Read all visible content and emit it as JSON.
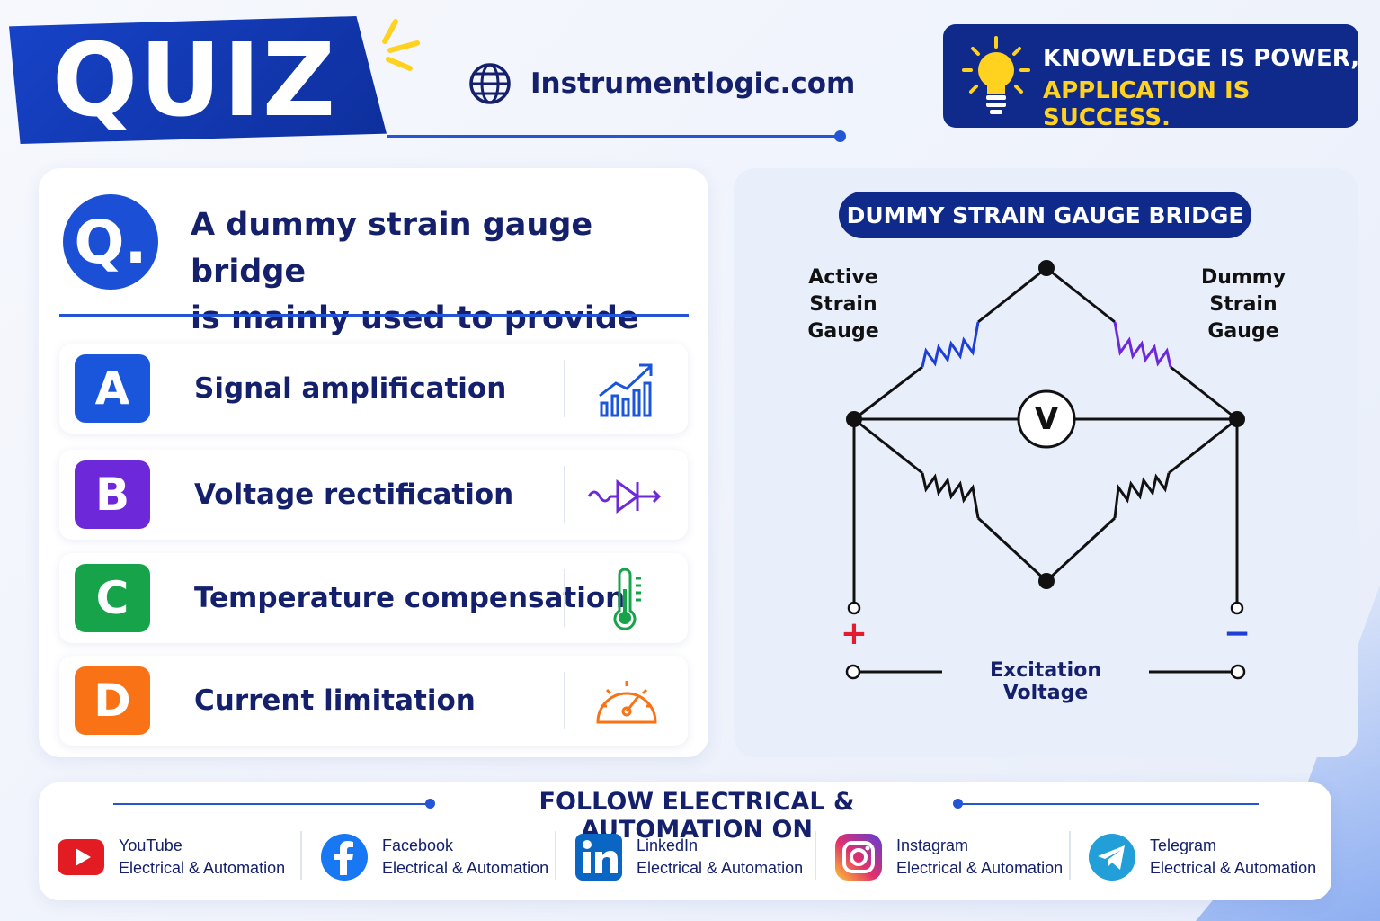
{
  "header": {
    "quiz_label": "QUIZ",
    "website": "Instrumentlogic.com",
    "motto_line1": "KNOWLEDGE IS POWER,",
    "motto_line2": "APPLICATION IS SUCCESS."
  },
  "question": {
    "badge": "Q.",
    "line1": "A dummy strain gauge bridge",
    "line2": "is mainly used to provide ___"
  },
  "options": [
    {
      "letter": "A",
      "label": "Signal amplification",
      "color": "#1a56db",
      "icon": "chart-growth-icon"
    },
    {
      "letter": "B",
      "label": "Voltage rectification",
      "color": "#6d28d9",
      "icon": "diode-icon"
    },
    {
      "letter": "C",
      "label": "Temperature compensation",
      "color": "#16a34a",
      "icon": "thermometer-icon"
    },
    {
      "letter": "D",
      "label": "Current limitation",
      "color": "#f97316",
      "icon": "gauge-icon"
    }
  ],
  "diagram": {
    "title": "DUMMY STRAIN GAUGE BRIDGE",
    "active_label_1": "Active",
    "active_label_2": "Strain Gauge",
    "dummy_label_1": "Dummy",
    "dummy_label_2": "Strain Gauge",
    "meter": "V",
    "plus": "+",
    "minus": "−",
    "excitation": "Excitation Voltage"
  },
  "footer": {
    "title": "FOLLOW ELECTRICAL & AUTOMATION ON",
    "socials": [
      {
        "name": "YouTube",
        "sub": "Electrical & Automation",
        "icon": "youtube-icon"
      },
      {
        "name": "Facebook",
        "sub": "Electrical & Automation",
        "icon": "facebook-icon"
      },
      {
        "name": "LinkedIn",
        "sub": "Electrical & Automation",
        "icon": "linkedin-icon"
      },
      {
        "name": "Instagram",
        "sub": "Electrical & Automation",
        "icon": "instagram-icon"
      },
      {
        "name": "Telegram",
        "sub": "Electrical & Automation",
        "icon": "telegram-icon"
      }
    ]
  },
  "colors": {
    "primary": "#1a4fd6",
    "navy": "#0f2a8a",
    "accent_yellow": "#ffd21f",
    "text": "#14206b"
  }
}
